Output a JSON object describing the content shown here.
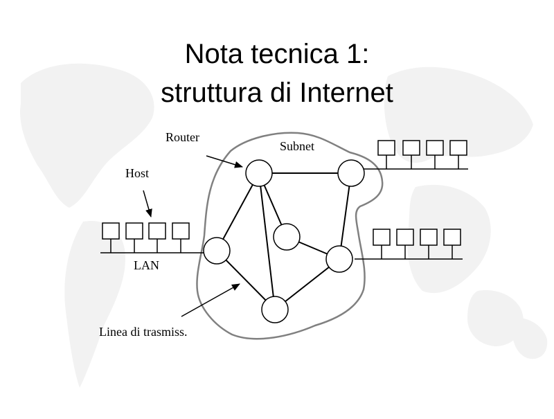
{
  "slide": {
    "title_line_1": "Nota tecnica 1:",
    "title_line_2": "struttura di Internet"
  },
  "diagram": {
    "labels": {
      "router": "Router",
      "subnet": "Subnet",
      "host": "Host",
      "lan": "LAN",
      "line": "Linea di trasmiss."
    },
    "colors": {
      "ink": "#000000",
      "subnet_outline": "#808080",
      "world_map": "#f2f2f2"
    }
  }
}
